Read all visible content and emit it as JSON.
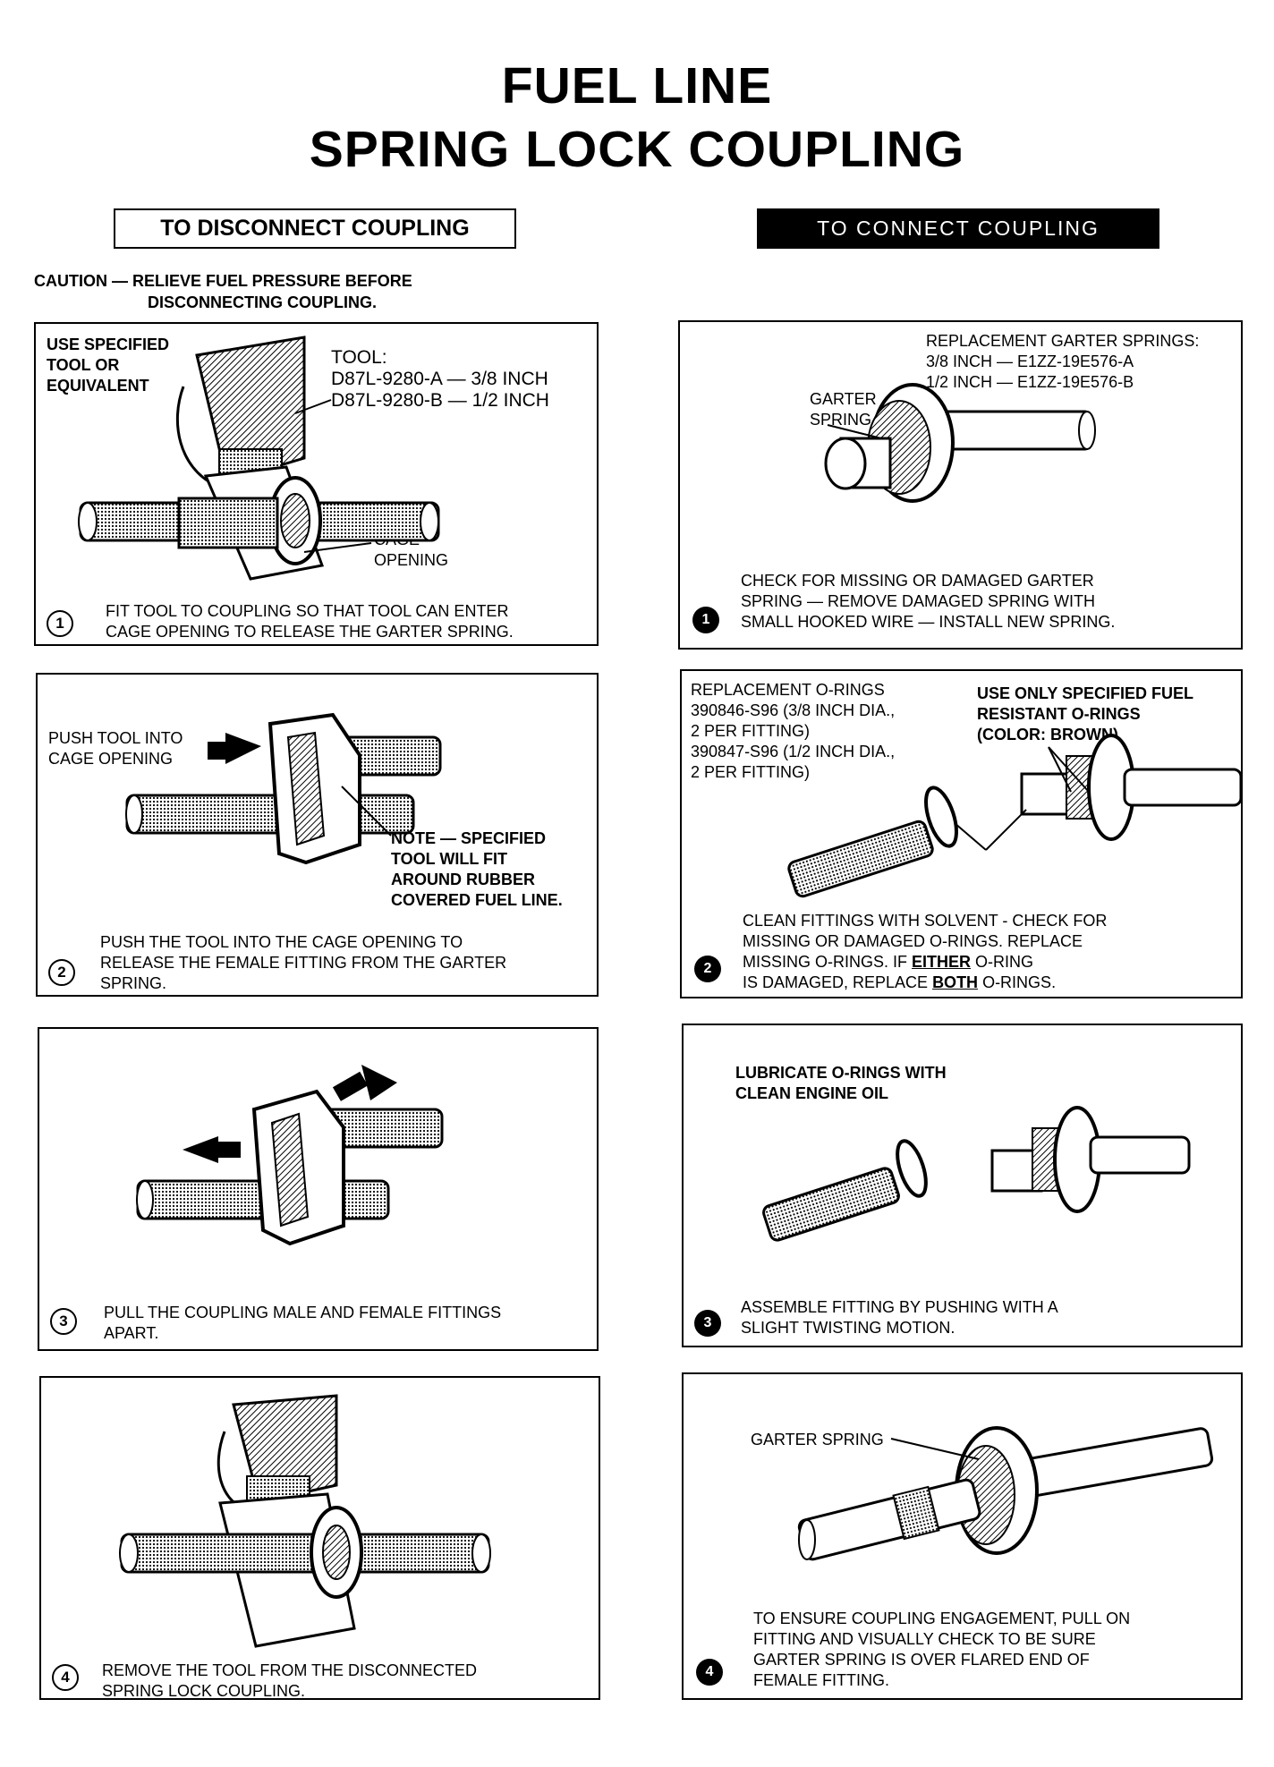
{
  "title": {
    "line1": "FUEL LINE",
    "line2": "SPRING LOCK COUPLING"
  },
  "headers": {
    "disconnect": "TO DISCONNECT COUPLING",
    "connect": "TO CONNECT COUPLING"
  },
  "caution": {
    "line1": "CAUTION — RELIEVE FUEL PRESSURE BEFORE",
    "line2": "DISCONNECTING COUPLING."
  },
  "disconnect_steps": [
    {
      "number": "1",
      "label_tool": "USE SPECIFIED\nTOOL OR\nEQUIVALENT",
      "tool_spec": "TOOL:\nD87L-9280-A — 3/8 INCH\nD87L-9280-B — 1/2 INCH",
      "callout": "CAGE\nOPENING",
      "caption": "FIT TOOL TO COUPLING SO THAT TOOL CAN ENTER\nCAGE OPENING TO RELEASE THE GARTER SPRING."
    },
    {
      "number": "2",
      "callout_left": "PUSH TOOL INTO\nCAGE OPENING",
      "note": "NOTE — SPECIFIED\nTOOL WILL FIT\nAROUND RUBBER\nCOVERED FUEL LINE.",
      "caption": "PUSH THE TOOL INTO THE CAGE OPENING TO\nRELEASE THE FEMALE FITTING FROM THE GARTER\nSPRING."
    },
    {
      "number": "3",
      "caption": "PULL THE COUPLING MALE AND FEMALE FITTINGS\nAPART."
    },
    {
      "number": "4",
      "caption": "REMOVE THE TOOL FROM THE DISCONNECTED\nSPRING LOCK COUPLING."
    }
  ],
  "connect_steps": [
    {
      "number": "1",
      "replacement": "REPLACEMENT GARTER SPRINGS:\n3/8 INCH — E1ZZ-19E576-A\n1/2 INCH — E1ZZ-19E576-B",
      "callout": "GARTER\nSPRING",
      "caption": "CHECK FOR MISSING OR DAMAGED GARTER\nSPRING — REMOVE DAMAGED SPRING WITH\nSMALL HOOKED WIRE — INSTALL NEW SPRING."
    },
    {
      "number": "2",
      "replacement": "REPLACEMENT O-RINGS\n390846-S96 (3/8 INCH DIA.,\n2 PER FITTING)\n390847-S96 (1/2 INCH DIA.,\n2 PER FITTING)",
      "use_only": "USE ONLY SPECIFIED FUEL\nRESISTANT O-RINGS\n(COLOR: BROWN)",
      "caption_1": "CLEAN FITTINGS WITH SOLVENT - CHECK FOR\nMISSING OR DAMAGED O-RINGS. REPLACE\nMISSING O-RINGS. IF ",
      "caption_either": "EITHER",
      "caption_2": " O-RING\nIS DAMAGED, REPLACE ",
      "caption_both": "BOTH",
      "caption_3": " O-RINGS."
    },
    {
      "number": "3",
      "header": "LUBRICATE O-RINGS WITH\nCLEAN ENGINE OIL",
      "caption": "ASSEMBLE FITTING BY PUSHING WITH A\nSLIGHT TWISTING MOTION."
    },
    {
      "number": "4",
      "callout": "GARTER SPRING",
      "caption": "TO ENSURE COUPLING ENGAGEMENT, PULL ON\nFITTING AND VISUALLY CHECK TO BE SURE\nGARTER SPRING IS OVER FLARED END OF\nFEMALE FITTING."
    }
  ]
}
